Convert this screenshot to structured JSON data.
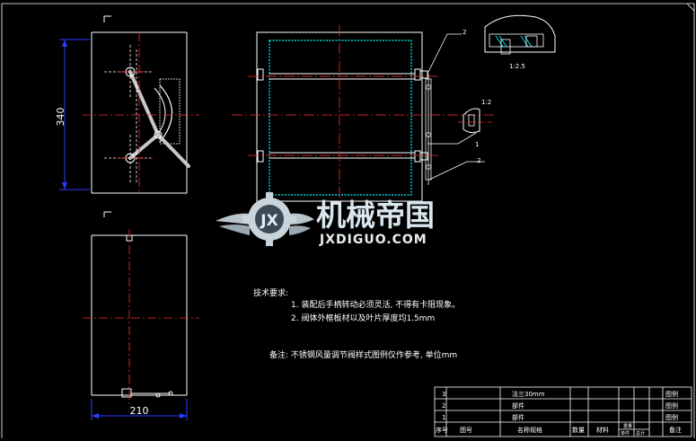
{
  "drawing": {
    "dims": {
      "height_label": "340",
      "width_label": "210"
    },
    "scale_labels": {
      "detail_top": "1:2.5",
      "detail_mid": "1:2"
    },
    "callouts": {
      "c2_top": "2",
      "c1": "1",
      "c2_bottom": "2"
    },
    "notes": {
      "title": "技术要求:",
      "line1": "1. 装配后手柄转动必须灵活, 不得有卡阻现象。",
      "line2": "2. 阀体外框板材以及叶片厚度均1.5mm",
      "remark": "备注: 不锈钢风量调节阀样式图例仅作参考, 单位mm"
    },
    "bom": {
      "rows": [
        {
          "no": "3",
          "name": "法兰30mm",
          "note": "图例"
        },
        {
          "no": "2",
          "name": "部件",
          "note": "图例"
        },
        {
          "no": "1",
          "name": "部件",
          "note": "图例"
        }
      ],
      "header": {
        "no": "序号",
        "code": "图号",
        "name": "名称规格",
        "qty": "数量",
        "material": "材料",
        "weight": "重量",
        "single": "单件",
        "total": "总计",
        "note": "备注"
      }
    },
    "watermark": {
      "cn": "机械帝国",
      "en": "JXDIGUO.COM"
    },
    "colors": {
      "background": "#000000",
      "outline": "#ffffff",
      "centerline": "#ff2a2a",
      "dimension": "#2a3cff",
      "hatch": "#00ffff",
      "handle": "#c8c8c8"
    }
  }
}
